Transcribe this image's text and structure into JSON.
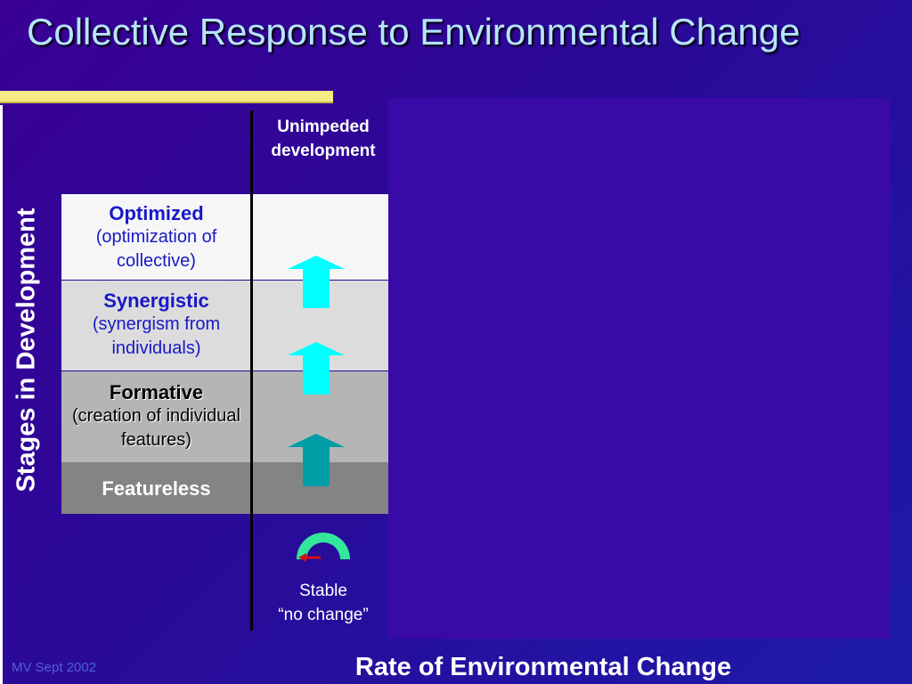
{
  "slide": {
    "title": "Collective Response to Environmental Change",
    "y_axis_label": "Stages in Development",
    "x_axis_label": "Rate of Environmental Change",
    "footer": "MV Sept 2002"
  },
  "stages": [
    {
      "name": "Optimized",
      "description": "(optimization of collective)"
    },
    {
      "name": "Synergistic",
      "description": "(synergism from individuals)"
    },
    {
      "name": "Formative",
      "description": "(creation of individual features)"
    },
    {
      "name": "Featureless",
      "description": ""
    }
  ],
  "column": {
    "top_label_line1": "Unimpeded",
    "top_label_line2": "development",
    "bottom_label_line1": "Stable",
    "bottom_label_line2": "“no change”"
  },
  "icons": [
    "up-arrow-icon",
    "up-arrow-icon",
    "up-arrow-icon",
    "curved-return-arrow-icon"
  ],
  "colors": {
    "background": "#2a0a98",
    "title": "#b6e4ff",
    "title_bar": "#f5ec85",
    "stage_text": "#1818c8",
    "arrow_light": "#00ffff",
    "arrow_dark": "#009ea6",
    "arc": "#33e69a",
    "arc_arrow": "#d01010"
  }
}
